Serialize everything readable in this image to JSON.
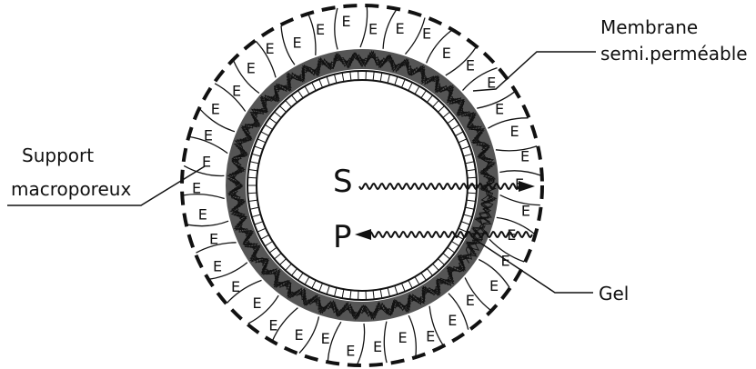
{
  "labels": {
    "membrane_line1": "Membrane",
    "membrane_line2": "semi.perméable",
    "support_line1": "Support",
    "support_line2": "macroporeux",
    "gel": "Gel",
    "substrate": "S",
    "product": "P",
    "enzyme": "E"
  },
  "colors": {
    "ink": "#111111",
    "background": "#ffffff"
  },
  "enzyme_count": 38
}
